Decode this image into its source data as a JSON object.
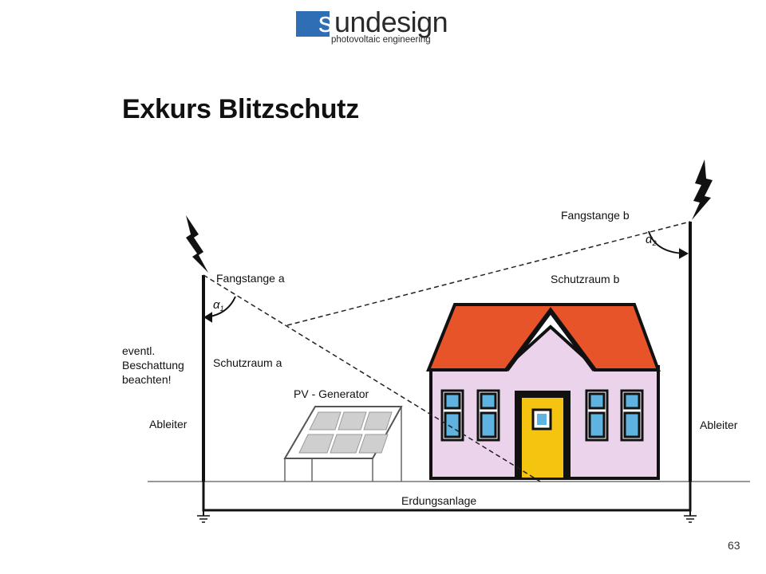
{
  "logo": {
    "brand_initial": "s",
    "brand_rest": "undesign",
    "tagline": "photovoltaic engineering"
  },
  "title": "Exkurs Blitzschutz",
  "diagram": {
    "labels": {
      "fangstange_a": "Fangstange a",
      "fangstange_b": "Fangstange b",
      "schutzraum_a": "Schutzraum a",
      "schutzraum_b": "Schutzraum b",
      "alpha1": "α",
      "alpha1_sub": "1",
      "alpha2": "α",
      "alpha2_sub": "2",
      "shading_note": [
        "eventl.",
        "Beschattung",
        "beachten!"
      ],
      "ableiter_left": "Ableiter",
      "ableiter_right": "Ableiter",
      "pv_generator": "PV - Generator",
      "erdungsanlage": "Erdungsanlage"
    },
    "colors": {
      "roof": "#e8542a",
      "wall": "#ecd3ec",
      "door": "#f5c410",
      "window": "#5fb3e0",
      "outline": "#111111",
      "panel_cell": "#cfcfcf"
    },
    "icons": [
      "lightning-bolt-icon",
      "ground-symbol-icon"
    ]
  },
  "page_number": "63"
}
